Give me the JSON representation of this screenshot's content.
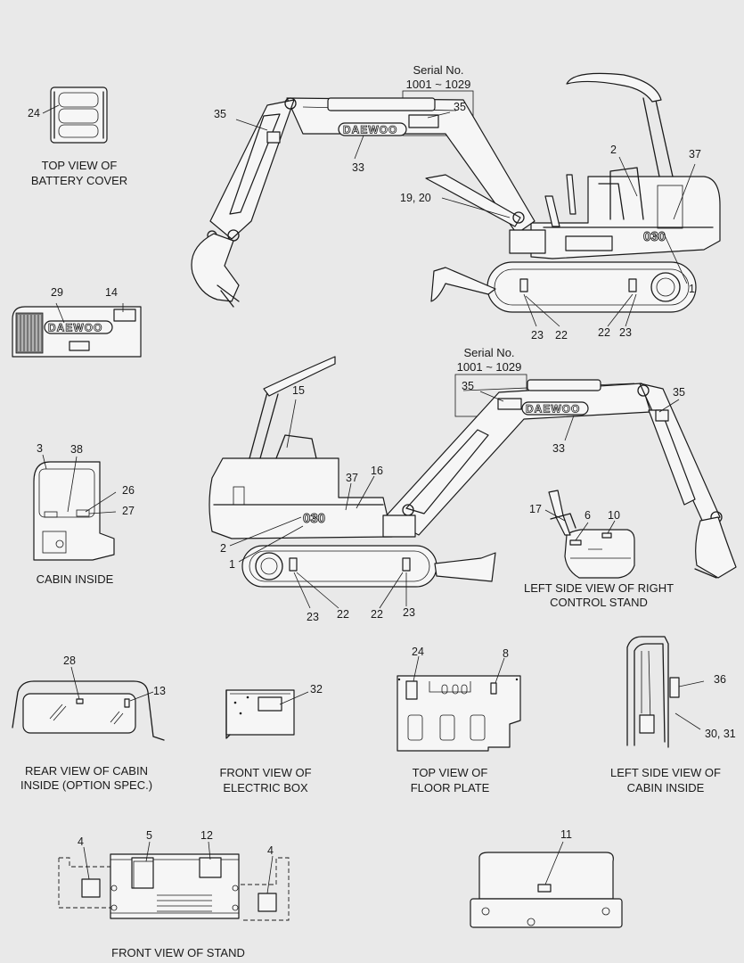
{
  "serial": {
    "top": {
      "title": "Serial No.",
      "range": "1001 ~ 1029"
    },
    "mid": {
      "title": "Serial No.",
      "range": "1001 ~ 1029"
    }
  },
  "brand": {
    "logo_text": "DAEWOO",
    "model_text": "030"
  },
  "captions": {
    "battery_cover": [
      "TOP VIEW OF",
      "BATTERY COVER"
    ],
    "cabin_inside": "CABIN INSIDE",
    "control_stand": [
      "LEFT SIDE VIEW OF RIGHT",
      "CONTROL STAND"
    ],
    "rear_cabin": [
      "REAR VIEW OF CABIN",
      "INSIDE (OPTION SPEC.)"
    ],
    "electric_box": [
      "FRONT VIEW OF",
      "ELECTRIC BOX"
    ],
    "floor_plate": [
      "TOP VIEW OF",
      "FLOOR PLATE"
    ],
    "left_cabin": [
      "LEFT SIDE VIEW OF",
      "CABIN INSIDE"
    ],
    "stand": "FRONT VIEW OF STAND"
  },
  "labels": {
    "battery": "24",
    "engine_hood": [
      "29",
      "14"
    ],
    "top_excavator": [
      "35",
      "35",
      "33",
      "19, 20",
      "2",
      "37",
      "1",
      "23",
      "22",
      "22",
      "23"
    ],
    "mid_excavator": [
      "15",
      "35",
      "35",
      "33",
      "37",
      "16",
      "2",
      "1",
      "23",
      "22",
      "22",
      "23"
    ],
    "cabin_inside": [
      "3",
      "38",
      "26",
      "27"
    ],
    "control_stand": [
      "17",
      "6",
      "10"
    ],
    "rear_cabin": [
      "28",
      "13"
    ],
    "electric_box": "32",
    "floor_plate": [
      "24",
      "8"
    ],
    "left_cabin": [
      "36",
      "30, 31"
    ],
    "stand": [
      "4",
      "5",
      "12",
      "4"
    ],
    "console": "11"
  }
}
